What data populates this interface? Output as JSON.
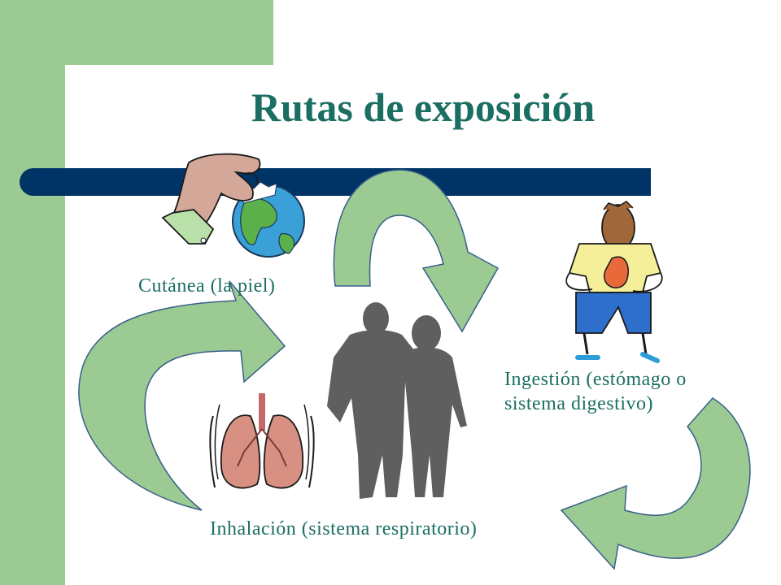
{
  "slide": {
    "title": "Rutas de exposición",
    "routes": [
      {
        "label": "Cutánea (la piel)",
        "icon": "hand-globe-icon"
      },
      {
        "label_line1": "Ingestión (estómago o",
        "label_line2": "sistema digestivo)",
        "icon": "stomach-person-icon"
      },
      {
        "label": "Inhalación (sistema respiratorio)",
        "icon": "lungs-icon"
      }
    ],
    "center_icon": "people-silhouette-icon",
    "colors": {
      "background_band": "#9bca93",
      "title_text": "#1b6e62",
      "bar": "#003366",
      "arrow_fill": "#9bca93",
      "arrow_stroke": "#3a5f8a",
      "silhouette": "#5f5f5f"
    }
  }
}
